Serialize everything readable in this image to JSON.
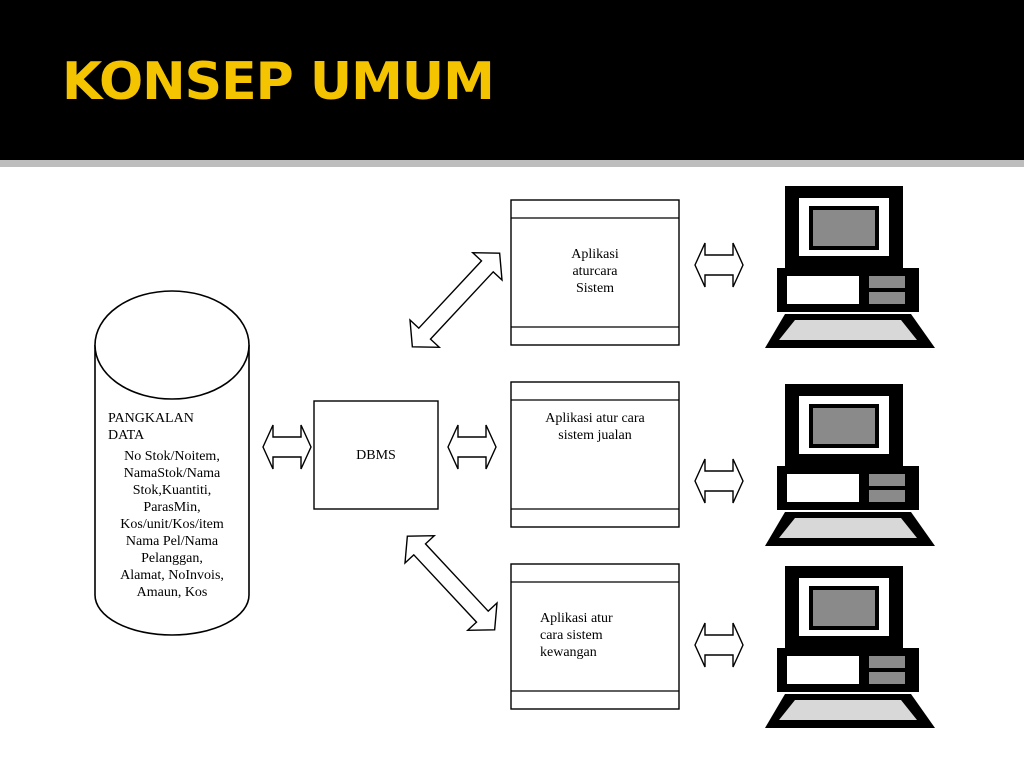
{
  "slide": {
    "title": "KONSEP UMUM"
  },
  "theme": {
    "header_bg": "#000000",
    "title_color": "#f5c400",
    "rule_color": "#bdbdbd"
  },
  "diagram": {
    "database": {
      "heading": "PANGKALAN\nDATA",
      "fields": "No Stok/Noitem,\nNamaStok/Nama\nStok,Kuantiti,\nParasMin,\nKos/unit/Kos/item\nNama Pel/Nama\nPelanggan,\nAlamat, NoInvois,\nAmaun, Kos"
    },
    "dbms": {
      "label": "DBMS"
    },
    "applications": [
      {
        "label": "Aplikasi\naturcara\nSistem"
      },
      {
        "label": "Aplikasi atur cara\nsistem jualan"
      },
      {
        "label": "Aplikasi atur\ncara sistem\nkewangan"
      }
    ],
    "icons": [
      "computer-icon",
      "computer-icon",
      "computer-icon",
      "double-arrow-icon",
      "database-cylinder-icon"
    ]
  }
}
